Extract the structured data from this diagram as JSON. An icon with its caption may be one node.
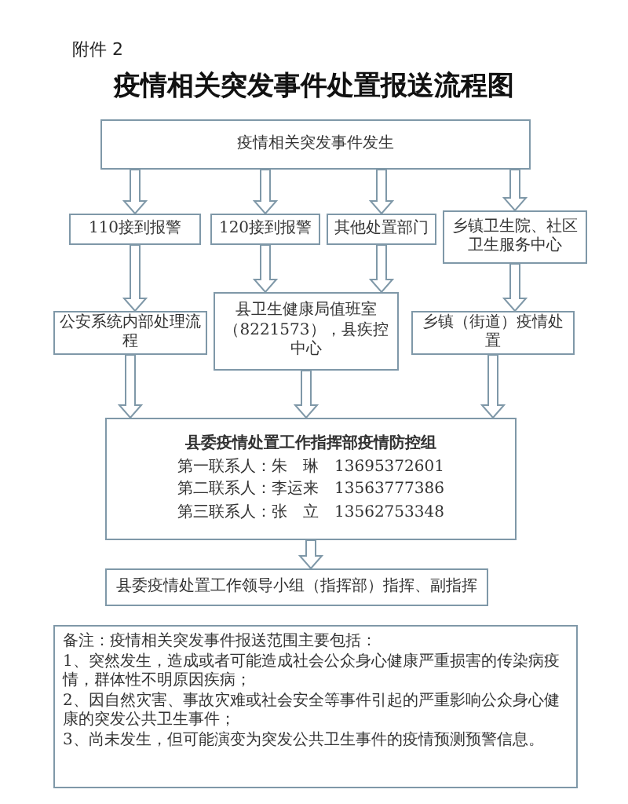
{
  "diagram": {
    "title": "疫情相关突发事件处置报送流程图",
    "nodes": [
      {
        "text": [
          "疫情相关突发事件发生"
        ]
      },
      {
        "text": [
          "110接到报警"
        ]
      },
      {
        "text": [
          "120接到报警"
        ]
      },
      {
        "text": [
          "其他处置部门"
        ]
      },
      {
        "text": [
          "乡镇卫生院、社区卫生服务中心"
        ]
      },
      {
        "text": [
          "公安系统内部处理流程"
        ]
      },
      {
        "text": [
          "县卫生健康局值班室（8221573），县疾控中心"
        ]
      },
      {
        "text": [
          "乡镇（街道）疫情处置"
        ]
      },
      {
        "text": [
          "县委疫情处置工作指挥部疫情防控组",
          "第一联系人：朱　琳　13695372601",
          "第二联系人：李运来　13563777386",
          "第三联系人：张　立　13562753348"
        ]
      },
      {
        "text": [
          "县委疫情处置工作领导小组（指挥部）指挥、副指挥"
        ]
      },
      {
        "text": [
          "备注：疫情相关突发事件报送范围主要包括：",
          "1、突然发生，造成或者可能造成社会公众身心健康严重损害的传染病疫情，群体性不明原因疾病；",
          "2、因自然灾害、事故灾难或社会安全等事件引起的严重影响公众身心健康的突发公共卫生事件；",
          "3、尚未发生，但可能演变为突发公共卫生事件的疫情预测预警信息。"
        ]
      }
    ],
    "edges": [
      {
        "from": 0,
        "to": 1,
        "arrow": "to"
      },
      {
        "from": 0,
        "to": 2,
        "arrow": "to"
      },
      {
        "from": 0,
        "to": 3,
        "arrow": "to"
      },
      {
        "from": 0,
        "to": 4,
        "arrow": "to"
      },
      {
        "from": 1,
        "to": 5,
        "arrow": "to"
      },
      {
        "from": 2,
        "to": 6,
        "arrow": "to"
      },
      {
        "from": 3,
        "to": 6,
        "arrow": "to"
      },
      {
        "from": 4,
        "to": 7,
        "arrow": "to"
      },
      {
        "from": 5,
        "to": 8,
        "arrow": "to"
      },
      {
        "from": 6,
        "to": 8,
        "arrow": "to"
      },
      {
        "from": 7,
        "to": 8,
        "arrow": "to"
      },
      {
        "from": 8,
        "to": 9,
        "arrow": "to"
      }
    ],
    "labels": [
      "附件 2"
    ]
  }
}
